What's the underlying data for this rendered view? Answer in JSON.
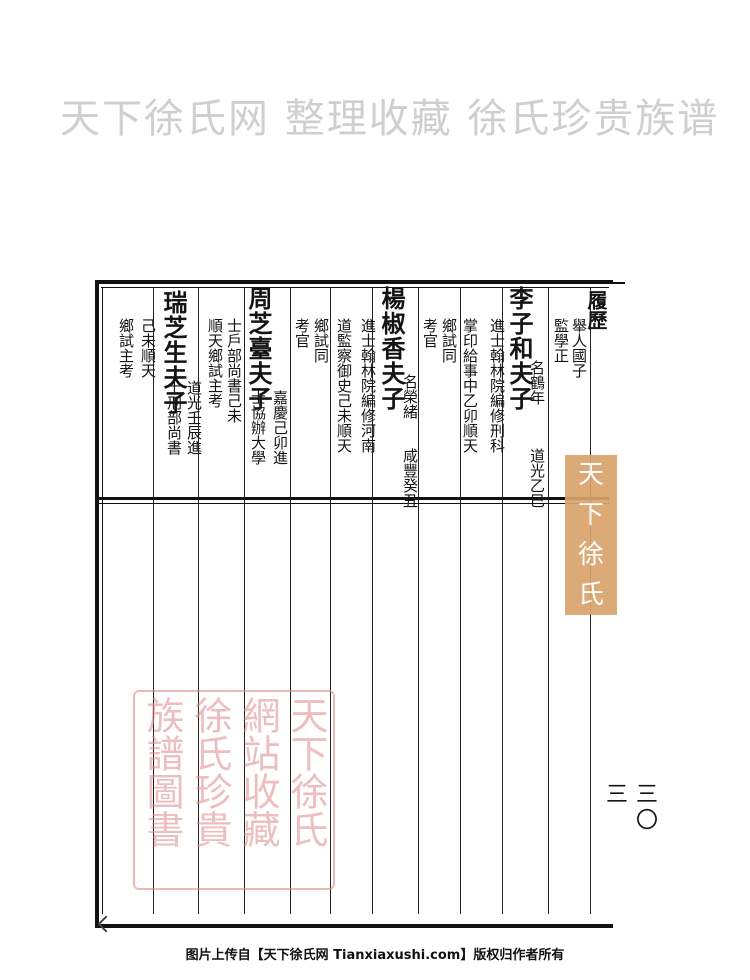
{
  "watermark_top": "天下徐氏网 整理收藏 徐氏珍贵族谱",
  "columns": [
    {
      "name": "col-header",
      "text": "履歷",
      "cls": "big2"
    },
    {
      "name": "col-note-1",
      "text": "舉人國子",
      "cls": "sm"
    },
    {
      "name": "col-note-2",
      "text": "監學正",
      "cls": "sm"
    },
    {
      "name": "col-li-name",
      "text": "李子和夫子",
      "cls": "big"
    },
    {
      "name": "col-li-detail-1",
      "text": "名鶴年",
      "cls": "sm"
    },
    {
      "name": "col-li-detail-2",
      "text": "道光乙巳",
      "cls": "sm"
    },
    {
      "name": "col-li-career-1",
      "text": "進士翰林院編修刑科",
      "cls": "sm"
    },
    {
      "name": "col-li-career-2",
      "text": "掌印給事中乙卯順天",
      "cls": "sm"
    },
    {
      "name": "col-li-career-3",
      "text": "鄉試同",
      "cls": "sm"
    },
    {
      "name": "col-li-career-4",
      "text": "考官",
      "cls": "sm"
    },
    {
      "name": "col-yang-name",
      "text": "楊椒香夫子",
      "cls": "big"
    },
    {
      "name": "col-yang-detail-1",
      "text": "名榮緒",
      "cls": "sm"
    },
    {
      "name": "col-yang-detail-2",
      "text": "咸豐癸丑",
      "cls": "sm"
    },
    {
      "name": "col-yang-career-1",
      "text": "進士翰林院編修河南",
      "cls": "sm"
    },
    {
      "name": "col-yang-career-2",
      "text": "道監察御史己未順天",
      "cls": "sm"
    },
    {
      "name": "col-yang-career-3",
      "text": "鄉試同",
      "cls": "sm"
    },
    {
      "name": "col-yang-career-4",
      "text": "考官",
      "cls": "sm"
    },
    {
      "name": "col-zhou-name",
      "text": "周芝臺夫子",
      "cls": "big"
    },
    {
      "name": "col-zhou-detail-1",
      "text": "嘉慶己卯進",
      "cls": "sm"
    },
    {
      "name": "col-zhou-detail-2",
      "text": "士協辦大學",
      "cls": "sm"
    },
    {
      "name": "col-zhou-career-1",
      "text": "士戶部尚書己未",
      "cls": "sm"
    },
    {
      "name": "col-zhou-career-2",
      "text": "順天鄉試主考",
      "cls": "sm"
    },
    {
      "name": "col-rui-name",
      "text": "瑞芝生夫子",
      "cls": "big"
    },
    {
      "name": "col-rui-detail-1",
      "text": "道光壬辰進",
      "cls": "sm"
    },
    {
      "name": "col-rui-detail-2",
      "text": "士刑部尚書",
      "cls": "sm"
    },
    {
      "name": "col-rui-career-1",
      "text": "己未順天",
      "cls": "sm"
    },
    {
      "name": "col-rui-career-2",
      "text": "鄉試主考",
      "cls": "sm"
    }
  ],
  "tag_chars": [
    "天",
    "下",
    "徐",
    "氏"
  ],
  "seal_lines": [
    "天下徐氏",
    "網站收藏",
    "徐氏珍貴",
    "族譜圖書"
  ],
  "page_number_1": "三〇",
  "page_number_2": "三",
  "footer": "图片上传自【天下徐氏网 Tianxiaxushi.com】版权归作者所有",
  "colors": {
    "tag": "#d8a36b",
    "seal": "#e08a8a",
    "ink": "#141414"
  }
}
